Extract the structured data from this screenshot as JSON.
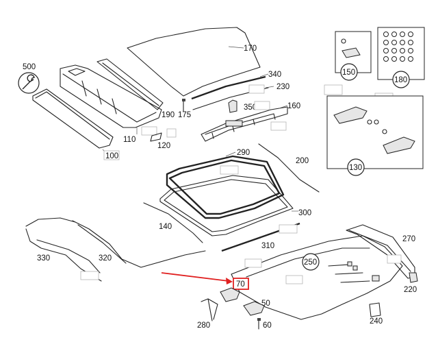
{
  "callouts": {
    "p500": "500",
    "p170": "170",
    "p340": "340",
    "p230": "230",
    "p350": "350",
    "p160": "160",
    "p190": "190",
    "p175": "175",
    "p110": "110",
    "p120": "120",
    "p100": "100",
    "p290": "290",
    "p200": "200",
    "p300": "300",
    "p140": "140",
    "p310": "310",
    "p250": "250",
    "p270": "270",
    "p330": "330",
    "p320": "320",
    "p70": "70",
    "p50": "50",
    "p280": "280",
    "p60": "60",
    "p240": "240",
    "p220": "220",
    "p150": "150",
    "p180": "180",
    "p130": "130"
  },
  "highlight": {
    "part": "70",
    "color": "#e02020"
  },
  "icons": {
    "wrench": "wrench-icon"
  }
}
